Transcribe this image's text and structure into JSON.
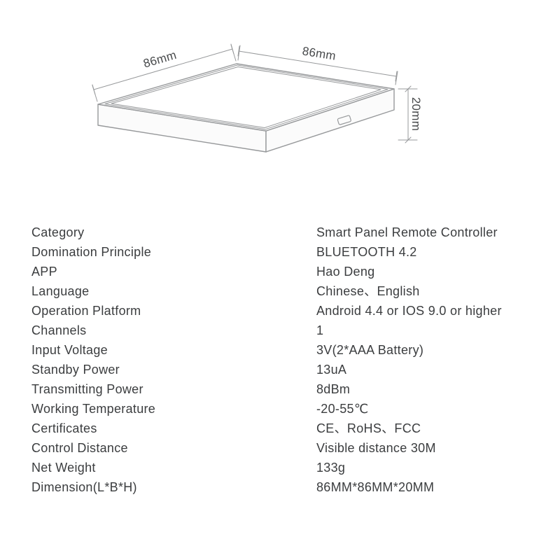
{
  "drawing": {
    "dim_width_left": "86mm",
    "dim_width_right": "86mm",
    "dim_height": "20mm"
  },
  "specs": [
    {
      "label": "Category",
      "value": "Smart Panel Remote Controller"
    },
    {
      "label": "Domination Principle",
      "value": "BLUETOOTH 4.2"
    },
    {
      "label": "APP",
      "value": "Hao Deng"
    },
    {
      "label": "Language",
      "value": "Chinese、English"
    },
    {
      "label": "Operation Platform",
      "value": "Android 4.4 or IOS 9.0 or higher"
    },
    {
      "label": "Channels",
      "value": "1"
    },
    {
      "label": "Input Voltage",
      "value": "3V(2*AAA Battery)"
    },
    {
      "label": "Standby Power",
      "value": "13uA"
    },
    {
      "label": "Transmitting Power",
      "value": "8dBm"
    },
    {
      "label": "Working Temperature",
      "value": "-20-55℃"
    },
    {
      "label": "Certificates",
      "value": "CE、RoHS、FCC"
    },
    {
      "label": "Control Distance",
      "value": "Visible distance 30M"
    },
    {
      "label": "Net Weight",
      "value": "133g"
    },
    {
      "label": "Dimension(L*B*H)",
      "value": "86MM*86MM*20MM"
    }
  ],
  "colors": {
    "line_gray": "#97999b",
    "text_dark": "#3d3f41"
  }
}
